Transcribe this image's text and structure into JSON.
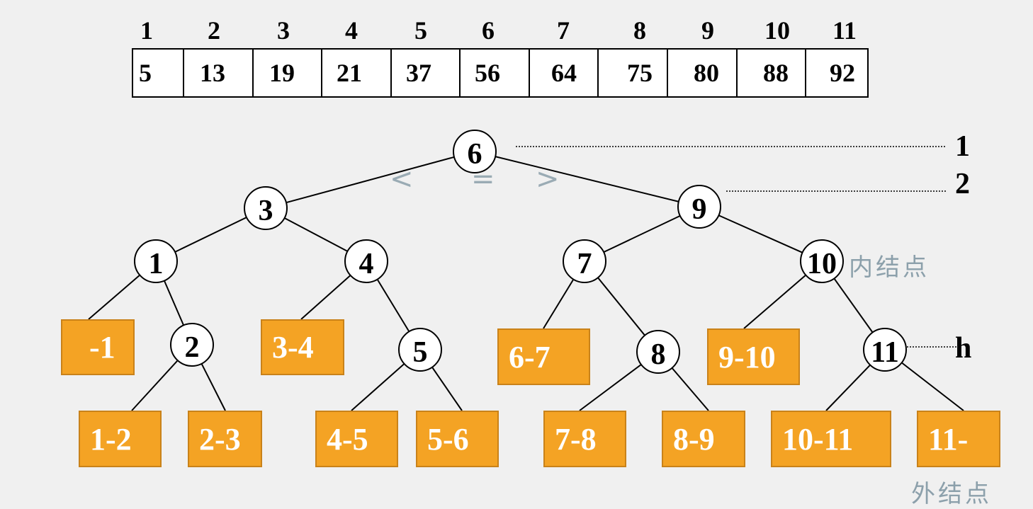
{
  "array": {
    "indices": [
      "1",
      "2",
      "3",
      "4",
      "5",
      "6",
      "7",
      "8",
      "9",
      "10",
      "11"
    ],
    "values": [
      "5",
      "13",
      "19",
      "21",
      "37",
      "56",
      "64",
      "75",
      "80",
      "88",
      "92"
    ]
  },
  "tree": {
    "internal_nodes": [
      "6",
      "3",
      "9",
      "1",
      "4",
      "7",
      "10",
      "2",
      "5",
      "8",
      "11"
    ],
    "external_nodes": [
      "-1",
      "3-4",
      "6-7",
      "9-10",
      "1-2",
      "2-3",
      "4-5",
      "5-6",
      "7-8",
      "8-9",
      "10-11",
      "11-"
    ],
    "compare_symbols": [
      "<",
      "=",
      ">"
    ]
  },
  "levels": {
    "level1": "1",
    "level2": "2",
    "level_h": "h"
  },
  "labels": {
    "internal": "内结点",
    "external": "外结点"
  },
  "colors": {
    "external_fill": "#f4a324",
    "background": "#f0f0f0",
    "annotation": "#8ca0ab"
  }
}
